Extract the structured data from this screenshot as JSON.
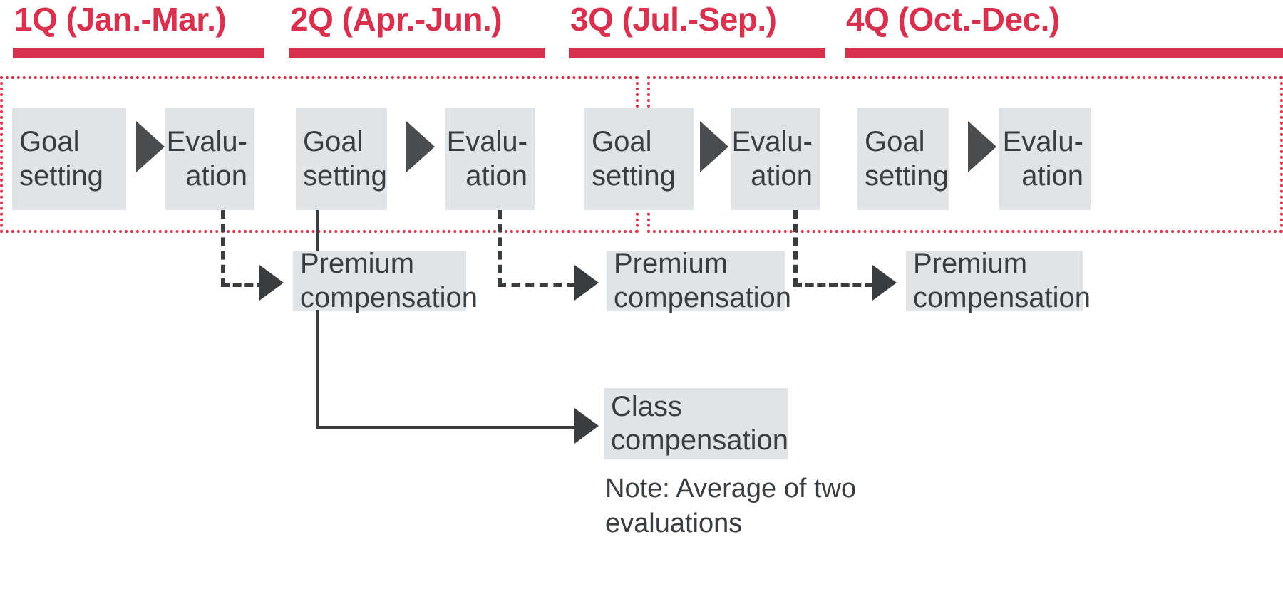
{
  "diagram": {
    "title_row": {
      "quarters": [
        {
          "label": "1Q (Jan.-Mar.)"
        },
        {
          "label": "2Q (Apr.-Jun.)"
        },
        {
          "label": "3Q (Jul.-Sep.)"
        },
        {
          "label": "4Q (Oct.-Dec.)"
        }
      ]
    },
    "cycle_boxes": [
      {
        "label": "Goal\nsetting"
      },
      {
        "label": "Evalu-\nation"
      },
      {
        "label": "Goal\nsetting"
      },
      {
        "label": "Evalu-\nation"
      },
      {
        "label": "Goal\nsetting"
      },
      {
        "label": "Evalu-\nation"
      },
      {
        "label": "Goal\nsetting"
      },
      {
        "label": "Evalu-\nation"
      }
    ],
    "premium_boxes": [
      {
        "label": "Premium\ncompensation"
      },
      {
        "label": "Premium\ncompensation"
      },
      {
        "label": "Premium\ncompensation"
      }
    ],
    "class_box": {
      "label": "Class\ncompensation"
    },
    "note": {
      "text": "Note: Average of two\nevaluations"
    },
    "colors": {
      "accent_red": "#d9304e",
      "box_grey": "#e1e4e7",
      "text_dark": "#3a3d40",
      "arrow_dark": "#4a4d4f"
    }
  }
}
